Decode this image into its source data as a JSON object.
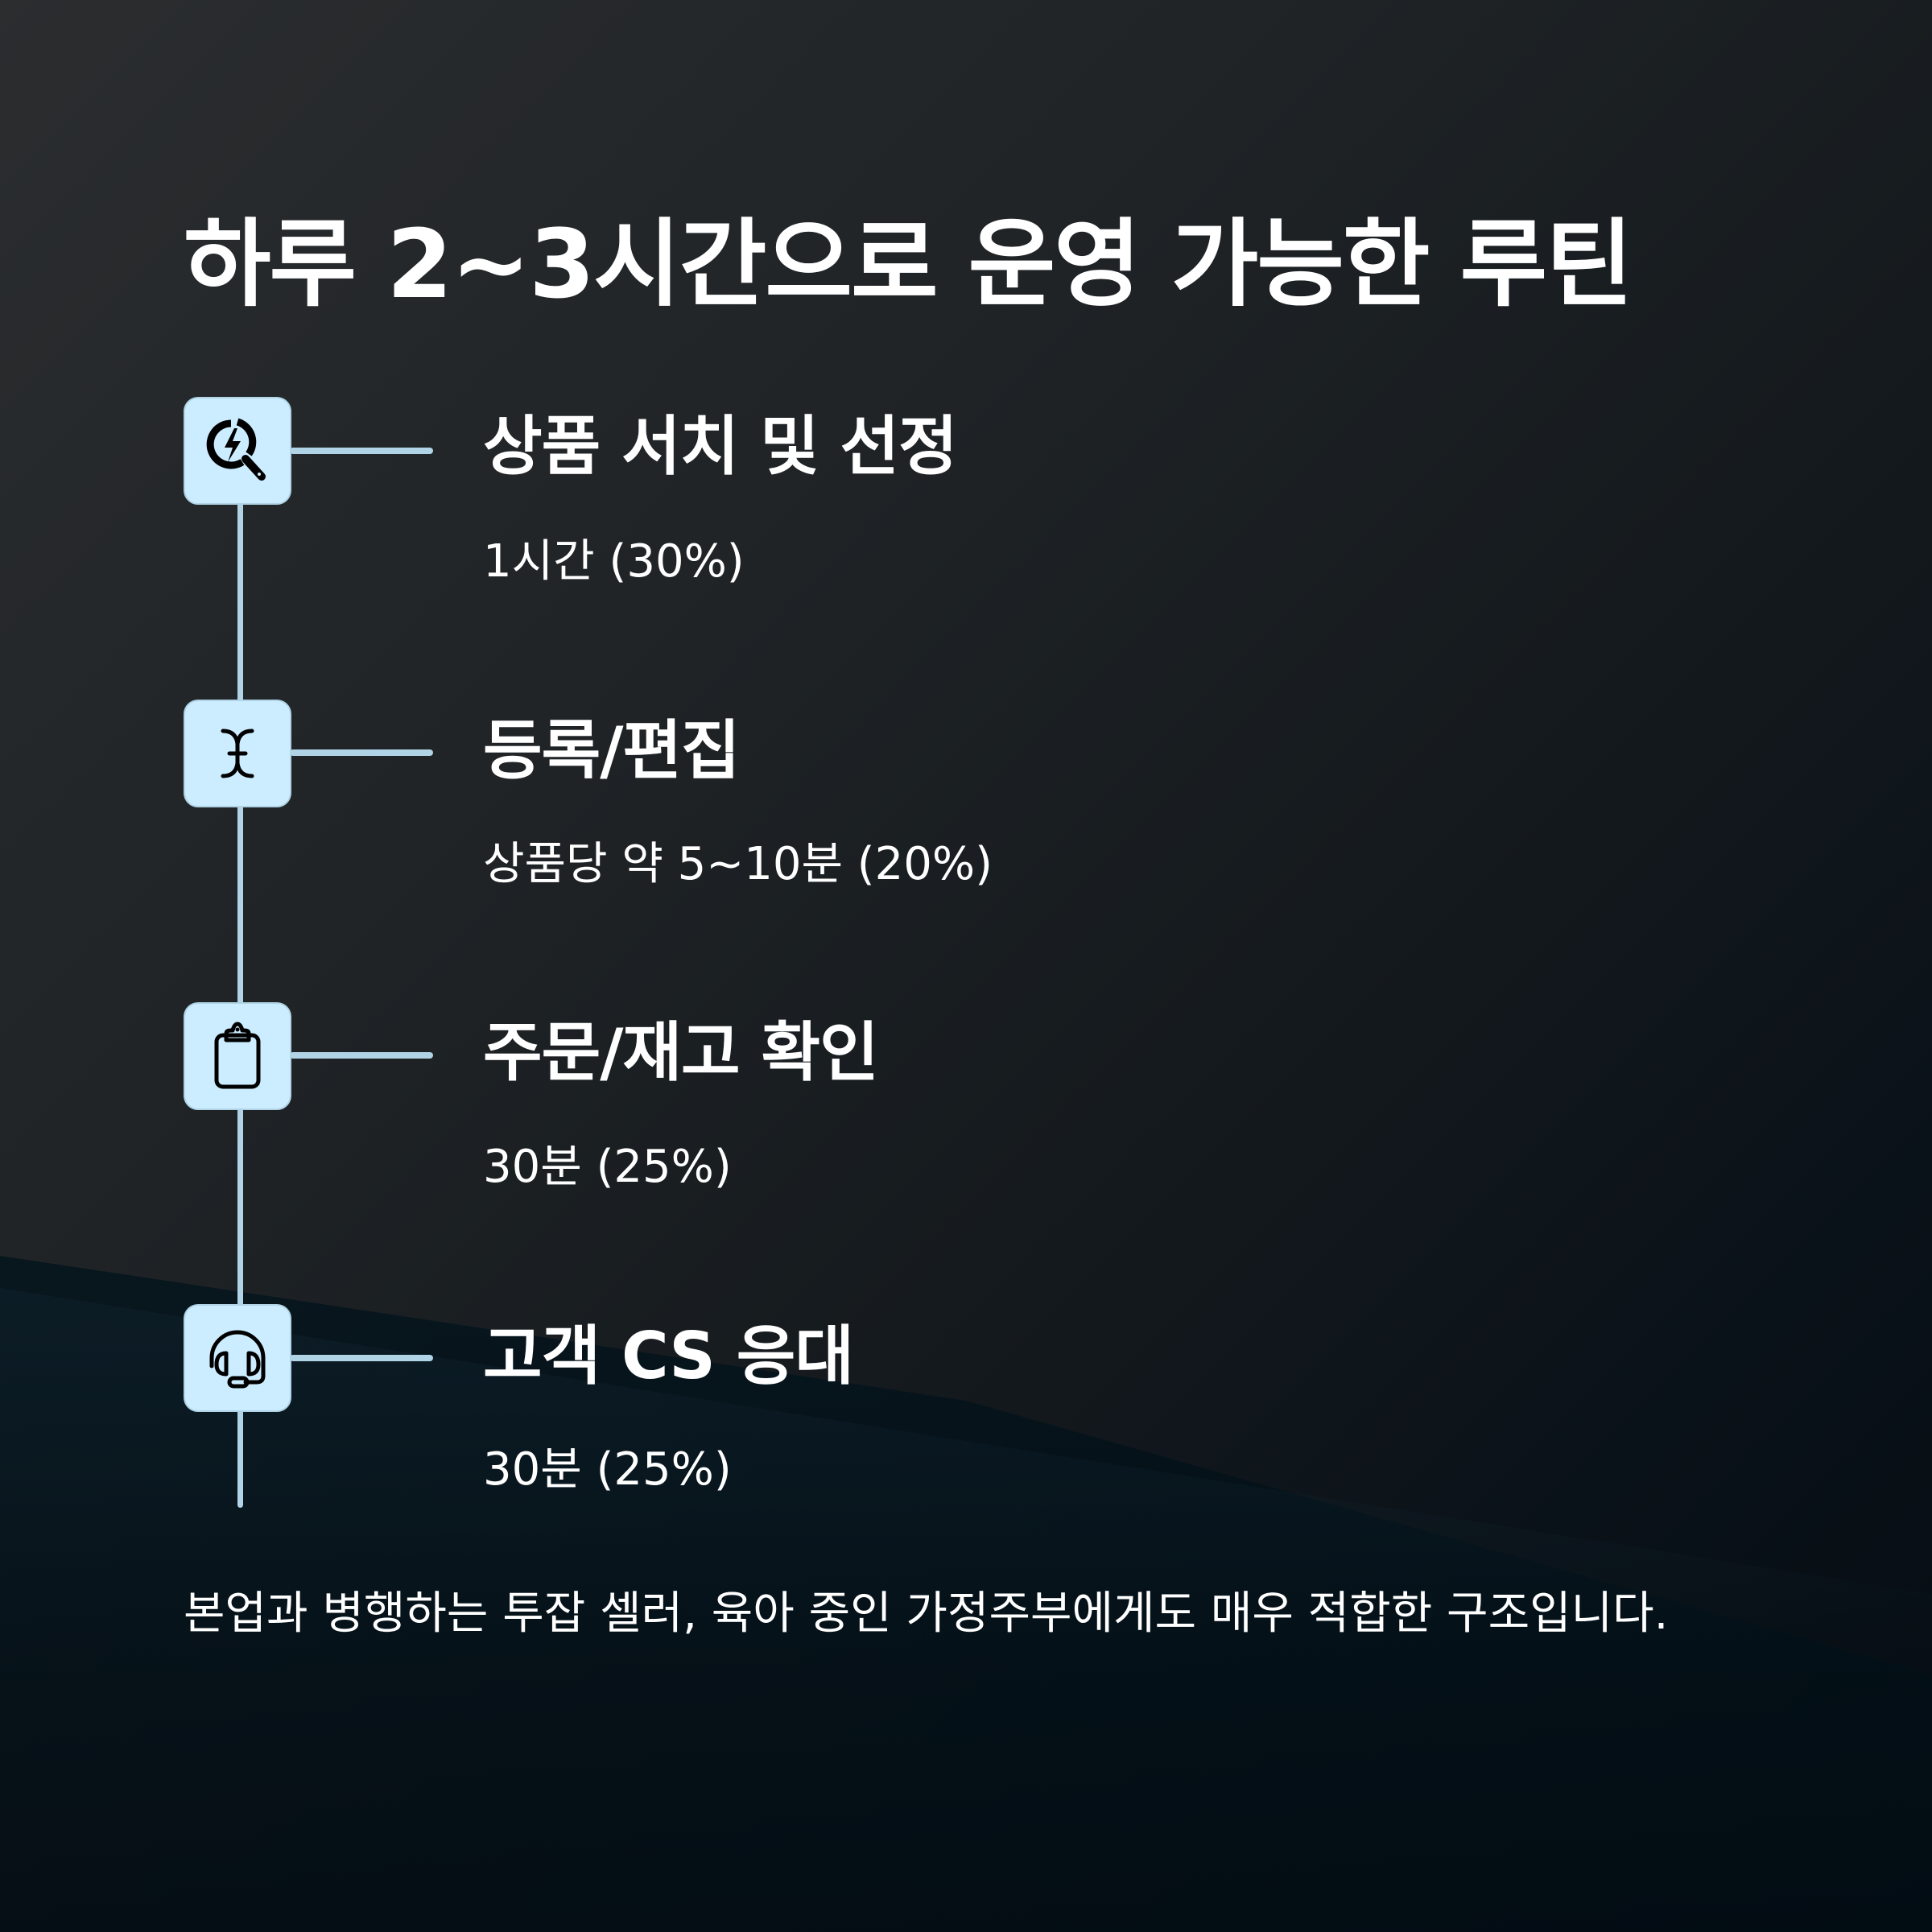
{
  "title": "하루 2~3시간으로 운영 가능한 루틴",
  "colors": {
    "icon_fill": "#ccedff",
    "icon_border": "#b0d4e6",
    "timeline_line": "#b0d4e6",
    "text": "#ffffff",
    "background_top_left": "#2b2d2f",
    "background_bottom": "#050c12"
  },
  "steps": [
    {
      "icon": "search-bolt-icon",
      "title": "상품 서치 및 선정",
      "detail": "1시간 (30%)"
    },
    {
      "icon": "text-cursor-icon",
      "title": "등록/편집",
      "detail": "상품당 약 5~10분 (20%)"
    },
    {
      "icon": "clipboard-icon",
      "title": "주문/재고 확인",
      "detail": "30분 (25%)"
    },
    {
      "icon": "headset-icon",
      "title": "고객 CS 응대",
      "detail": "30분 (25%)"
    }
  ],
  "footer": "본업과 병행하는 투잡 셀러, 육아 중인 가정주부에게도 매우 적합한 구조입니다."
}
